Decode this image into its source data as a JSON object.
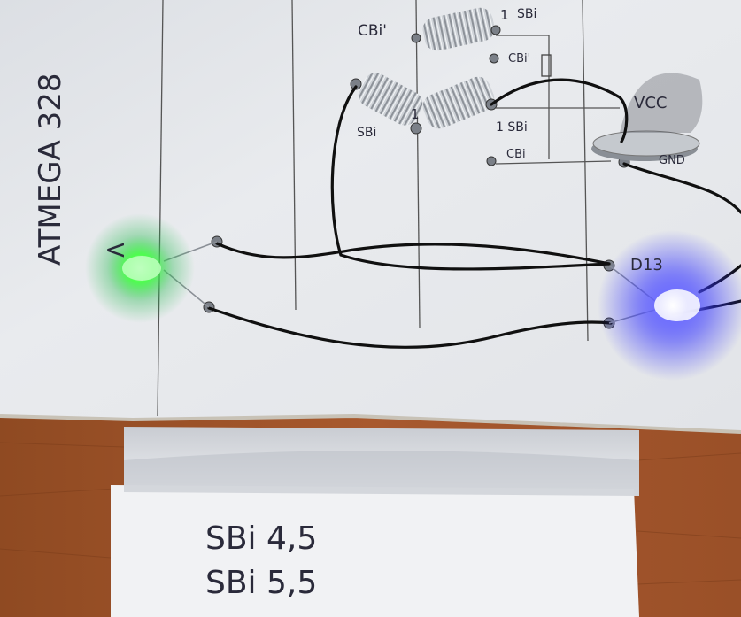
{
  "board": {
    "chip_label": "ATMEGA 328",
    "labels": {
      "cbi_top": "CBi'",
      "sbi_top": "SBi",
      "cbi_mid": "CBi'",
      "sbi_left": "SBi",
      "sbi_right": "1 SBi",
      "cbi_bottom": "CBi",
      "vcc": "VCC",
      "gnd": "GND",
      "d13": "D13",
      "pin1_top": "1",
      "pin1_mid": "1",
      "led_arrow": "<"
    }
  },
  "note": {
    "line1": "SBi 4,5",
    "line2": "SBi 5,5"
  },
  "colors": {
    "wood": "#a0522d",
    "paper": "#eef0f2",
    "green_led": "#3cff3c",
    "blue_led": "#3a3aff"
  }
}
